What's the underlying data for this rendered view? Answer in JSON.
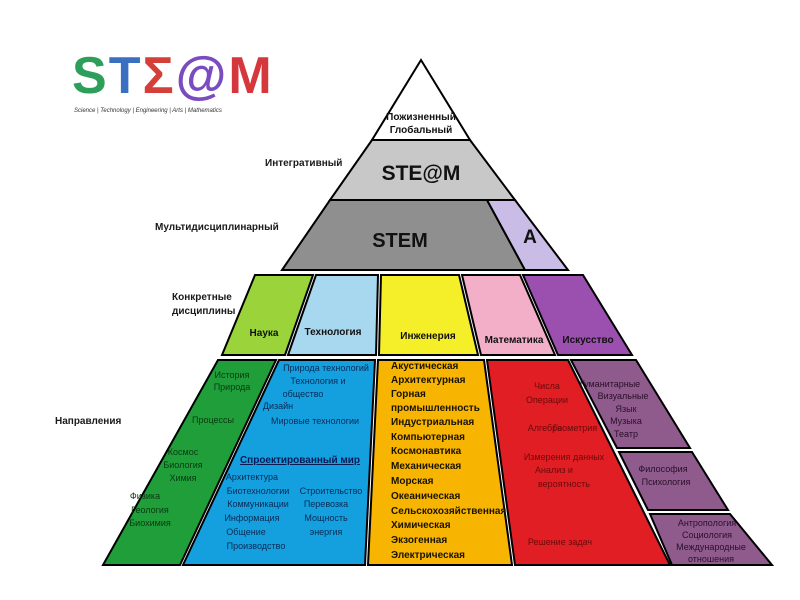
{
  "logo": {
    "letters": [
      "S",
      "T",
      "Σ",
      "@",
      "M"
    ],
    "colors": [
      "#2e9e5b",
      "#3b6fc2",
      "#d43f3a",
      "#7a4cc0",
      "#d4373c"
    ],
    "tagline": "Science | Technology | Engineering | Arts | Mathematics"
  },
  "levels": {
    "lifelong": [
      "Пожизненный",
      "Глобальный"
    ],
    "integrative": "Интегративный",
    "multidisciplinary": "Мультидисциплинарный",
    "concrete": [
      "Конкретные",
      "дисциплины"
    ],
    "directions": "Направления"
  },
  "tiers": {
    "steam": "STE@M",
    "stem": "STEM",
    "a": "A"
  },
  "disciplines": {
    "science": "Наука",
    "technology": "Технология",
    "engineering": "Инженерия",
    "math": "Математика",
    "arts": "Искусство"
  },
  "directions": {
    "science": [
      [
        "История",
        "Природа"
      ],
      [
        "Процессы"
      ],
      [
        "Космос",
        "Биология",
        "Химия"
      ],
      [
        "Физика",
        "Геология",
        "Биохимия"
      ]
    ],
    "technology_top": [
      "Природа технологий",
      "Технология и",
      "общество",
      "Дизайн",
      "Мировые технологии"
    ],
    "technology_title": "Спроектированный мир",
    "technology_col1": [
      "Архитектура",
      "Биотехнологии",
      "Коммуникации",
      "Информация",
      "Общение",
      "Производство"
    ],
    "technology_col2": [
      "Строительство",
      "Перевозка",
      "Мощность",
      "энергия"
    ],
    "engineering": [
      "Акустическая",
      "Архитектурная",
      "Горная",
      "промышленность",
      "Индустриальная",
      "Компьютерная",
      "Космонавтика",
      "Механическая",
      "Морская",
      "Океаническая",
      "Сельскохозяйственная",
      "Химическая",
      "Экзогенная",
      "Электрическая"
    ],
    "math": [
      [
        "Числа",
        "Операции"
      ],
      [
        "Алгебра",
        "Геометрия"
      ],
      [
        "Измерения данных",
        "Анализ и",
        "вероятность"
      ],
      [
        "Решение задач"
      ]
    ],
    "arts": [
      [
        "Гуманитарные",
        "Визуальные",
        "Язык",
        "Музыка",
        "Театр"
      ],
      [
        "Философия",
        "Психология"
      ],
      [
        "Антропология",
        "Социология",
        "Международные",
        "отношения"
      ]
    ]
  }
}
